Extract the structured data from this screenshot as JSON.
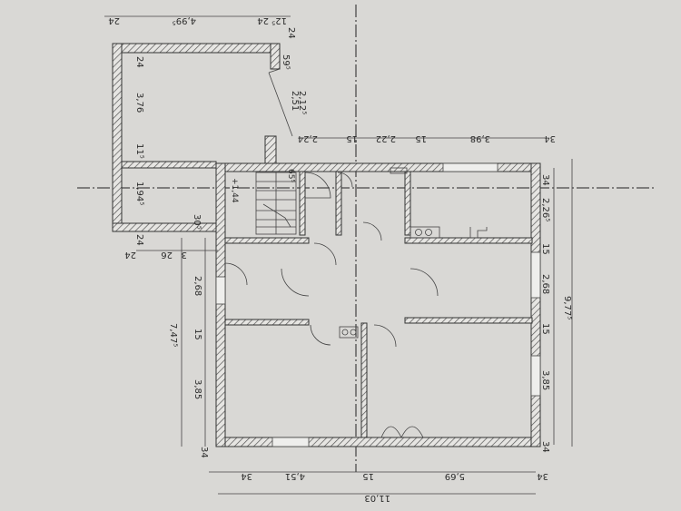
{
  "drawing": {
    "paper_color": "#d9d8d5",
    "line_color": "#333333",
    "dimensions": {
      "top": [
        "24",
        "4,99⁵",
        "24",
        "12⁵"
      ],
      "annex_right": [
        "24",
        "59⁵",
        "2,51",
        "2,12⁵"
      ],
      "annex_left": [
        "24",
        "3,76",
        "11⁵",
        "1,94⁵",
        "24"
      ],
      "upper_row": [
        "2,24",
        "15",
        "2,22",
        "15",
        "3,98",
        "34"
      ],
      "lower_left": [
        "24",
        "3",
        "26",
        "30⁵"
      ],
      "stair": [
        "+1,44",
        "65⁵"
      ],
      "left_vertical": [
        "2,68",
        "15",
        "7,47⁵",
        "3,85",
        "34"
      ],
      "right_vertical": [
        "34",
        "2,26⁵",
        "15",
        "2,68",
        "15",
        "3,85",
        "34",
        "9,77⁵"
      ],
      "bottom": [
        "34",
        "4,51",
        "15",
        "5,69",
        "34",
        "11,03"
      ]
    }
  }
}
